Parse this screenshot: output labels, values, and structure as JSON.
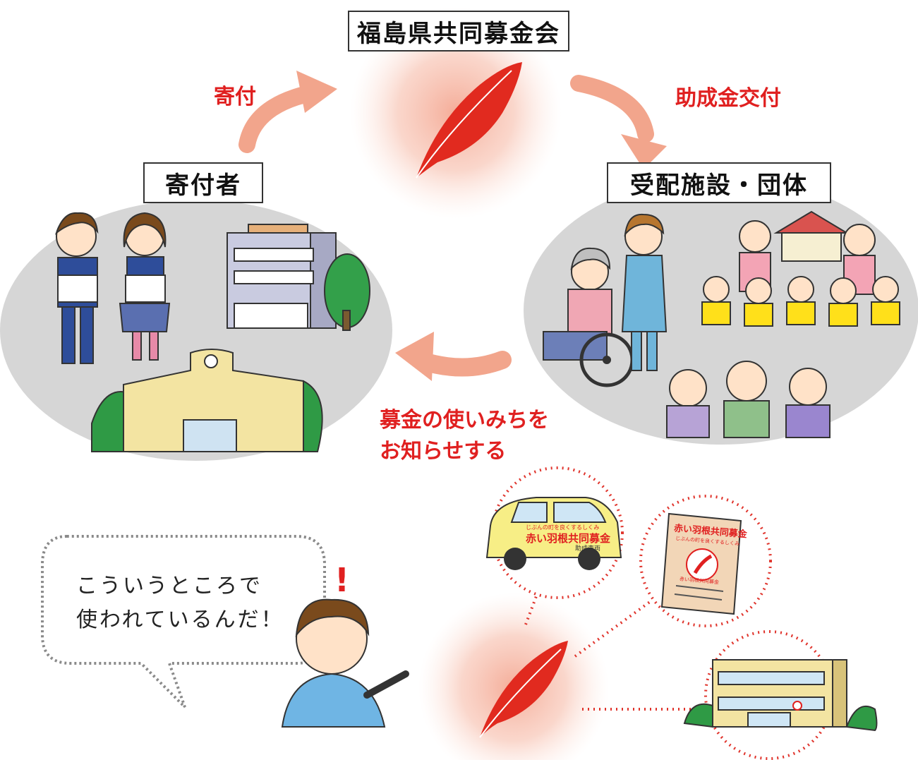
{
  "title": "福島県共同募金会",
  "donors_label": "寄付者",
  "recipients_label": "受配施設・団体",
  "arrow_donate": "寄付",
  "arrow_grant": "助成金交付",
  "arrow_report_line1": "募金の使いみちを",
  "arrow_report_line2": "お知らせする",
  "bubble_line1": "こういうところで",
  "bubble_line2": "使われているんだ！",
  "exclamation": "!",
  "car_text_small": "じぶんの町を良くするしくみ",
  "car_text_main": "赤い羽根共同募金",
  "car_text_sub": "助成車両",
  "book_title": "赤い羽根共同募金",
  "book_sub": "じぶんの町を良くするしくみ",
  "book_footer": "赤い羽根共同募金",
  "colors": {
    "red": "#e02020",
    "arrow": "#f2a58c",
    "glow": "#f6b8a6",
    "ellipse": "#d6d6d6"
  }
}
